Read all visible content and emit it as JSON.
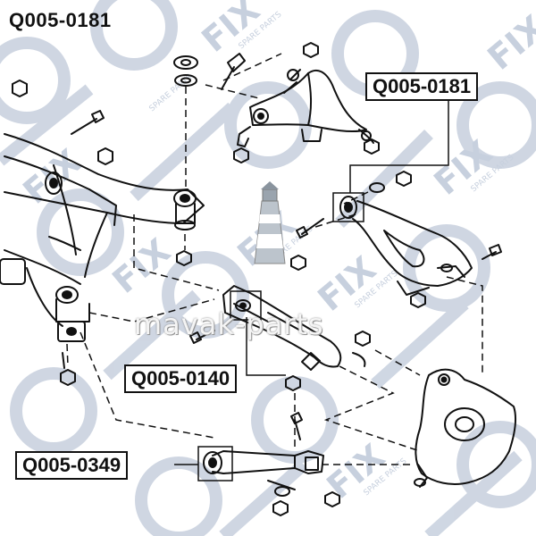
{
  "header": {
    "part_number": "Q005-0181"
  },
  "callouts": [
    {
      "id": "upper",
      "label": "Q005-0181"
    },
    {
      "id": "middle",
      "label": "Q005-0140"
    },
    {
      "id": "lower",
      "label": "Q005-0349"
    }
  ],
  "watermark": {
    "brand": "FIX",
    "tagline": "SPARE PARTS",
    "site": "mavak-parts"
  },
  "colors": {
    "ink": "#111111",
    "watermark": "#c7d0de",
    "background": "#ffffff"
  }
}
